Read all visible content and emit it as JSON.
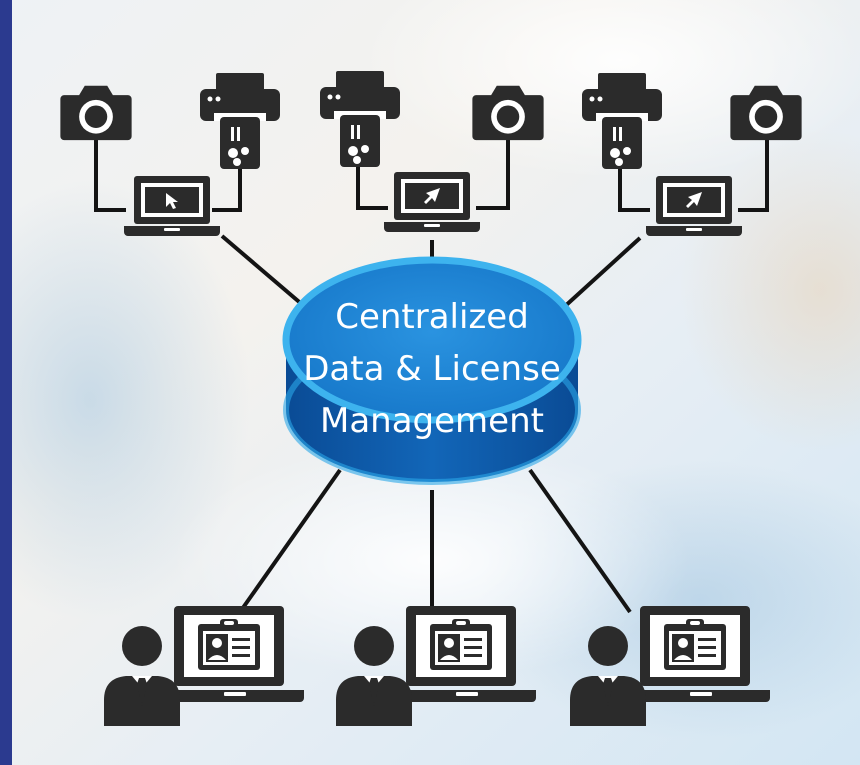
{
  "diagram": {
    "hub": {
      "label_lines": [
        "Centralized",
        "Data & License",
        "Management"
      ]
    },
    "colors": {
      "icon": "#2b2b2b",
      "line": "#141414",
      "hub_top": "#1a80d3",
      "hub_side": "#0d4f98",
      "hub_rim": "#3db3ee",
      "hub_text": "#ffffff",
      "edge_bar": "#2b3a8f"
    },
    "top_groups": [
      {
        "name": "left",
        "devices": [
          "camera-icon",
          "printer-icon",
          "laptop-icon"
        ]
      },
      {
        "name": "center",
        "devices": [
          "printer-icon",
          "camera-icon",
          "laptop-icon"
        ]
      },
      {
        "name": "right",
        "devices": [
          "printer-icon",
          "camera-icon",
          "laptop-icon"
        ]
      }
    ],
    "bottom_users": [
      {
        "name": "left",
        "icon": "user-workstation-icon"
      },
      {
        "name": "center",
        "icon": "user-workstation-icon"
      },
      {
        "name": "right",
        "icon": "user-workstation-icon"
      }
    ]
  }
}
